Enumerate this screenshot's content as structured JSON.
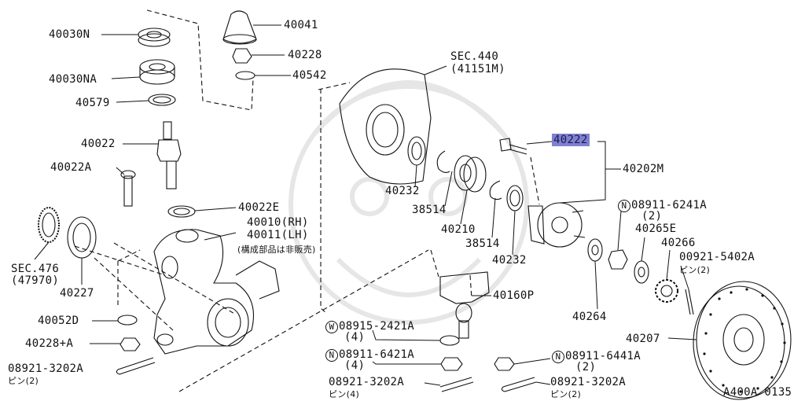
{
  "diagram": {
    "labels": {
      "p40030N": "40030N",
      "p40030NA": "40030NA",
      "p40579": "40579",
      "p40022": "40022",
      "p40022A": "40022A",
      "sec476": "SEC.476",
      "sec476_ref": "(47970)",
      "p40227": "40227",
      "p40052D": "40052D",
      "p40228A": "40228+A",
      "p08921_left": "08921-3202A",
      "p08921_left_pin": "ピン(2)",
      "p40041": "40041",
      "p40228": "40228",
      "p40542": "40542",
      "p40022E": "40022E",
      "p40010": "40010(RH)",
      "p40011": "40011(LH)",
      "note_not_sold": "(構成部品は非販売)",
      "sec440": "SEC.440",
      "sec440_ref": "(41151M)",
      "p40232_a": "40232",
      "p38514_a": "38514",
      "p40210": "40210",
      "p38514_b": "38514",
      "p40232_b": "40232",
      "p40222": "40222",
      "p40202M": "40202M",
      "p08911_6241A_prefix": "N",
      "p08911_6241A": "08911-6241A",
      "p08911_6241A_qty": "(2)",
      "p40265E": "40265E",
      "p40266": "40266",
      "p00921": "00921-5402A",
      "p00921_pin": "ピン(2)",
      "p40264": "40264",
      "p40207": "40207",
      "p40160P": "40160P",
      "p08915_prefix": "W",
      "p08915": "08915-2421A",
      "p08915_qty": "(4)",
      "p08911_6421A_prefix": "N",
      "p08911_6421A": "08911-6421A",
      "p08911_6421A_qty": "(4)",
      "p08921_mid": "08921-3202A",
      "p08921_mid_pin": "ピン(4)",
      "p08911_6441A_prefix": "N",
      "p08911_6441A": "08911-6441A",
      "p08911_6441A_qty": "(2)",
      "p08921_right": "08921-3202A",
      "p08921_right_pin": "ピン(2)",
      "figure_code": "A400A 0135"
    },
    "highlight_color": "#7f80d0"
  }
}
